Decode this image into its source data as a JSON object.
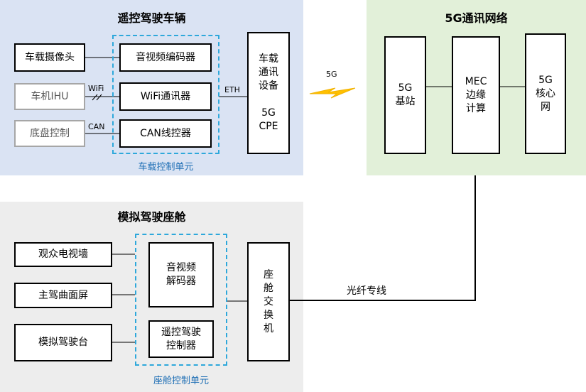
{
  "vehicle": {
    "title": "遥控驾驶车辆",
    "camera": "车载摄像头",
    "ihu": "车机IHU",
    "chassis": "底盘控制",
    "av_encoder": "音视频编码器",
    "wifi_comm": "WiFi通讯器",
    "can_ctrl": "CAN线控器",
    "unit_label": "车载控制单元",
    "comm_device": "车载\n通讯\n设备\n\n5G\nCPE",
    "wifi_label": "WiFi",
    "can_label": "CAN",
    "eth_label": "ETH"
  },
  "link_5g_label": "5G",
  "network": {
    "title": "5G通讯网络",
    "base_station": "5G\n基站",
    "mec": "MEC\n边缘\n计算",
    "core": "5G\n核心\n网"
  },
  "cockpit": {
    "title": "模拟驾驶座舱",
    "audience_wall": "观众电视墙",
    "main_screen": "主驾曲面屏",
    "sim_console": "模拟驾驶台",
    "av_decoder": "音视频\n解码器",
    "remote_ctrl": "遥控驾驶\n控制器",
    "unit_label": "座舱控制单元",
    "switch": "座\n舱\n交\n换\n机"
  },
  "fiber_label": "光纤专线",
  "colors": {
    "vehicle_bg": "#dae3f3",
    "network_bg": "#e2f0d9",
    "cockpit_bg": "#ededed",
    "dashed_border": "#2ea8db",
    "lightning": "#ffc000"
  }
}
